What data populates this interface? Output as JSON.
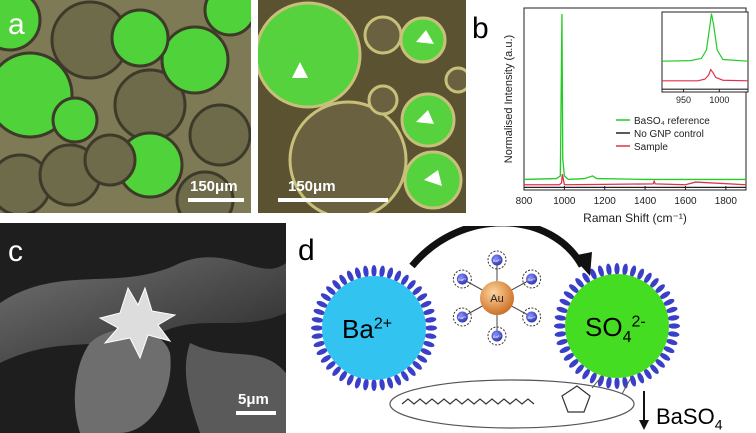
{
  "figure": {
    "panel_a": {
      "label": "a",
      "scale_left": "150μm",
      "scale_right": "150μm"
    },
    "panel_b": {
      "label": "b",
      "xlabel": "Raman Shift (cm⁻¹)",
      "ylabel": "Normalised Intensity (a.u.)",
      "legend": [
        "BaSO₄ reference",
        "No GNP control",
        "Sample"
      ],
      "colors": [
        "#22cc22",
        "#222222",
        "#e0304a"
      ]
    },
    "panel_c": {
      "label": "c",
      "scale": "5μm"
    },
    "panel_d": {
      "label": "d",
      "left_droplet": "Ba",
      "left_charge": "2+",
      "right_droplet": "SO",
      "right_sub": "4",
      "right_charge": "2-",
      "gnp": "Au",
      "ion": "Ba²⁺",
      "product": "BaSO",
      "product_sub": "4",
      "colors": {
        "left_fill": "#33c3f0",
        "right_fill": "#44dd22",
        "shell": "#3a3fc8",
        "gold": "#e88a3a"
      }
    }
  },
  "chart_data": {
    "type": "line",
    "xlabel": "Raman Shift (cm⁻¹)",
    "ylabel": "Normalised Intensity (a.u.)",
    "xlim": [
      800,
      1900
    ],
    "xticks": [
      800,
      1000,
      1200,
      1400,
      1600,
      1800
    ],
    "series": [
      {
        "name": "BaSO₄ reference",
        "color": "#22cc22",
        "x": [
          800,
          960,
          980,
          988,
          992,
          1000,
          1020,
          1100,
          1140,
          1160,
          1400,
          1600,
          1900
        ],
        "y": [
          0.06,
          0.065,
          0.08,
          1.0,
          0.18,
          0.08,
          0.06,
          0.065,
          0.08,
          0.065,
          0.06,
          0.06,
          0.06
        ]
      },
      {
        "name": "No GNP control",
        "color": "#222222",
        "x": [
          800,
          1000,
          1200,
          1400,
          1600,
          1900
        ],
        "y": [
          0.015,
          0.015,
          0.015,
          0.015,
          0.015,
          0.015
        ]
      },
      {
        "name": "Sample",
        "color": "#e0304a",
        "x": [
          800,
          975,
          986,
          990,
          1000,
          1200,
          1440,
          1445,
          1450,
          1600,
          1650,
          1900
        ],
        "y": [
          0.03,
          0.03,
          0.04,
          0.09,
          0.03,
          0.032,
          0.035,
          0.05,
          0.035,
          0.03,
          0.045,
          0.03
        ]
      }
    ],
    "inset": {
      "xlim": [
        920,
        1040
      ],
      "xticks": [
        950,
        1000
      ],
      "series": [
        {
          "name": "BaSO₄ reference",
          "color": "#22cc22",
          "x": [
            920,
            960,
            975,
            982,
            987,
            989,
            992,
            997,
            1005,
            1040
          ],
          "y": [
            0.55,
            0.56,
            0.6,
            0.75,
            1.2,
            1.4,
            1.2,
            0.75,
            0.58,
            0.55
          ]
        },
        {
          "name": "No GNP control",
          "color": "#222222",
          "x": [
            920,
            1040
          ],
          "y": [
            0.05,
            0.05
          ]
        },
        {
          "name": "Sample",
          "color": "#e0304a",
          "x": [
            920,
            970,
            980,
            985,
            988,
            991,
            995,
            1005,
            1040
          ],
          "y": [
            0.2,
            0.2,
            0.23,
            0.3,
            0.4,
            0.35,
            0.26,
            0.21,
            0.2
          ]
        }
      ]
    }
  }
}
